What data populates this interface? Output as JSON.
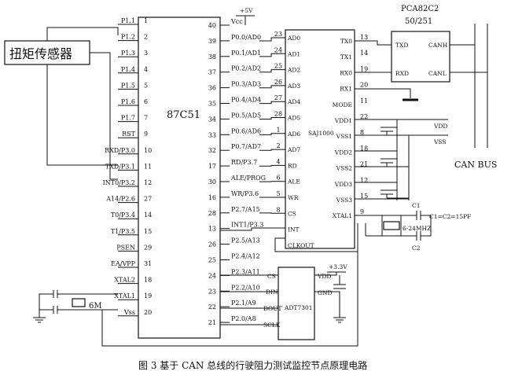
{
  "sensor": {
    "label": "扭矩传感器"
  },
  "mcu": {
    "name": "87C51",
    "left_pins": [
      {
        "n": "1",
        "l": "P1.1"
      },
      {
        "n": "2",
        "l": "P1.2"
      },
      {
        "n": "3",
        "l": "P1.3"
      },
      {
        "n": "4",
        "l": "P1.4"
      },
      {
        "n": "5",
        "l": "P1.5"
      },
      {
        "n": "6",
        "l": "P1.6"
      },
      {
        "n": "7",
        "l": "P1.7"
      },
      {
        "n": "9",
        "l": "RST"
      },
      {
        "n": "10",
        "l": "RXD/P3.0"
      },
      {
        "n": "11",
        "l": "TXD/P3.1"
      },
      {
        "n": "12",
        "l": "INT0/P3.2"
      },
      {
        "n": "27",
        "l": "A14/P2.6"
      },
      {
        "n": "14",
        "l": "T0/P3.4"
      },
      {
        "n": "15",
        "l": "T1/P3.5"
      },
      {
        "n": "29",
        "l": "PSEN"
      },
      {
        "n": "31",
        "l": "EA/VPP"
      },
      {
        "n": "18",
        "l": "XTAL2"
      },
      {
        "n": "19",
        "l": "XTAL1"
      },
      {
        "n": "20",
        "l": "Vss"
      }
    ],
    "right_pins": [
      {
        "n": "40",
        "l": "Vcc"
      },
      {
        "n": "39",
        "l": "P0.0/AD0"
      },
      {
        "n": "38",
        "l": "P0.1/AD1"
      },
      {
        "n": "37",
        "l": "P0.2/AD2"
      },
      {
        "n": "36",
        "l": "P0.3/AD3"
      },
      {
        "n": "35",
        "l": "P0.4/AD4"
      },
      {
        "n": "34",
        "l": "P0.5/AD5"
      },
      {
        "n": "33",
        "l": "P0.6/AD6"
      },
      {
        "n": "32",
        "l": "P0.7/AD7"
      },
      {
        "n": "17",
        "l": "RD/P3.7"
      },
      {
        "n": "30",
        "l": "ALE/PROG"
      },
      {
        "n": "16",
        "l": "WR/P3.6"
      },
      {
        "n": "28",
        "l": "P2.7/A15"
      },
      {
        "n": "13",
        "l": "INT1/P3.3"
      },
      {
        "n": "26",
        "l": "P2.5/A13"
      },
      {
        "n": "25",
        "l": "P2.4/A12"
      },
      {
        "n": "24",
        "l": "P2.3/A11"
      },
      {
        "n": "23",
        "l": "P2.2/A10"
      },
      {
        "n": "22",
        "l": "P2.1/A9"
      },
      {
        "n": "21",
        "l": "P2.0/A8"
      }
    ]
  },
  "power": {
    "v5": "+5V",
    "v33": "+3.3V"
  },
  "crystal_mcu": "6M",
  "sja": {
    "name": "SAJ1000",
    "left_pins": [
      {
        "n": "23",
        "l": "AD0"
      },
      {
        "n": "24",
        "l": "AD1"
      },
      {
        "n": "25",
        "l": "AD2"
      },
      {
        "n": "26",
        "l": "AD3"
      },
      {
        "n": "27",
        "l": "AD4"
      },
      {
        "n": "28",
        "l": "AD5"
      },
      {
        "n": "1",
        "l": "AD6"
      },
      {
        "n": "2",
        "l": "AD7"
      },
      {
        "n": "4",
        "l": "RD"
      },
      {
        "n": "6",
        "l": "ALE"
      },
      {
        "n": "5",
        "l": "WR"
      },
      {
        "n": "8",
        "l": "CS"
      },
      {
        "n": "",
        "l": "INT"
      },
      {
        "n": "",
        "l": "CLKOUT"
      }
    ],
    "right_pins": [
      {
        "n": "13",
        "l": "TX0"
      },
      {
        "n": "14",
        "l": "TX1"
      },
      {
        "n": "19",
        "l": "RX0"
      },
      {
        "n": "20",
        "l": "RX1"
      },
      {
        "n": "11",
        "l": "MODE"
      },
      {
        "n": "22",
        "l": "VDD1"
      },
      {
        "n": "8",
        "l": "VSS1"
      },
      {
        "n": "18",
        "l": "VDD2"
      },
      {
        "n": "21",
        "l": "VSS2"
      },
      {
        "n": "12",
        "l": "VDD3"
      },
      {
        "n": "15",
        "l": "VSS3"
      },
      {
        "n": "9",
        "l": "XTAL1"
      }
    ]
  },
  "pca": {
    "name": "PCA82C2",
    "sub": "50/251",
    "txd": "TXD",
    "rxd": "RXD",
    "canh": "CANH",
    "canl": "CANL"
  },
  "adt": {
    "name": "ADT7301",
    "pins": {
      "cs": "CS",
      "din": "DIN",
      "dout": "DOUT",
      "sclk": "SCLK",
      "vdd": "VDD",
      "gnd": "GND"
    }
  },
  "labels": {
    "vdd": "VDD",
    "vss": "VSS",
    "c1": "C1",
    "c2": "C2",
    "ceq": "C1=C2=15PF",
    "xtal": "6-24MHZ",
    "canbus": "CAN BUS"
  },
  "caption": "图 3   基于 CAN 总线的行驶阻力测试监控节点原理电路"
}
